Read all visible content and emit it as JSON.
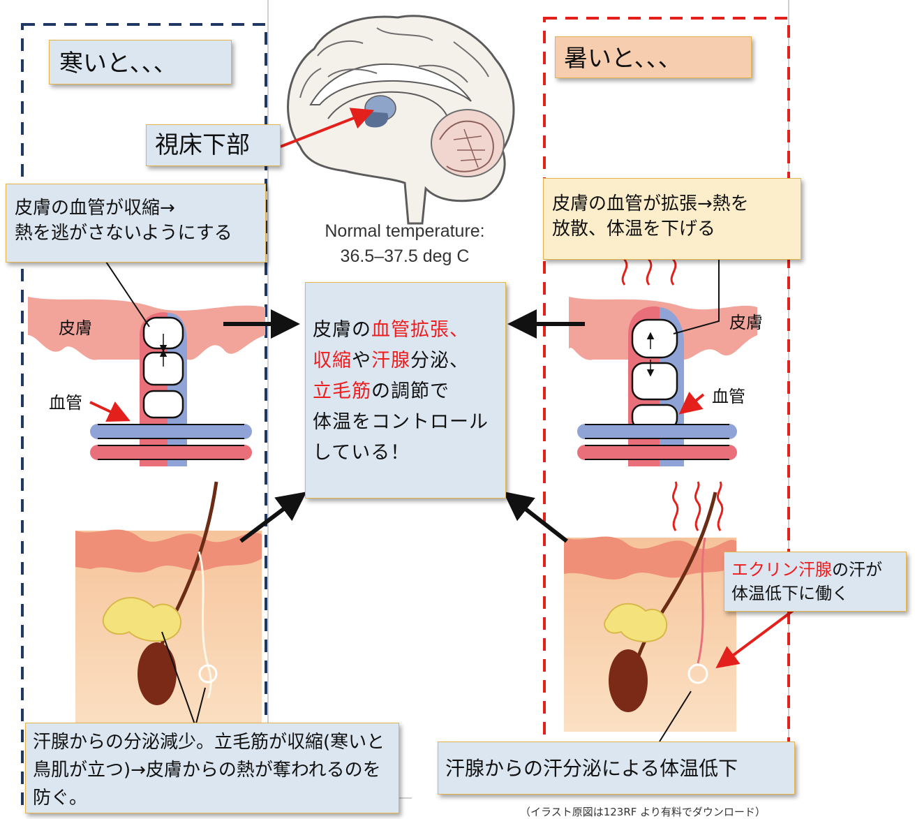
{
  "cold": {
    "title": "寒いと、、、",
    "vessel_note_line1": "皮膚の血管が収縮→",
    "vessel_note_line2": "熱を逃がさないようにする",
    "skin_label": "皮膚",
    "vessel_label": "血管",
    "gland_note": "汗腺からの分泌減少。立毛筋が収縮(寒いと鳥肌が立つ)→皮膚からの熱が奪われるのを防ぐ。"
  },
  "hot": {
    "title": "暑いと、、、",
    "vessel_note_line1": "皮膚の血管が拡張→熱を",
    "vessel_note_line2": "放散、体温を下げる",
    "skin_label": "皮膚",
    "vessel_label": "血管",
    "eccrine_red": "エクリン汗腺",
    "eccrine_rest1": "の汗が",
    "eccrine_line2": "体温低下に働く",
    "gland_note": "汗腺からの汗分泌による体温低下"
  },
  "brain": {
    "hypothalamus_label": "視床下部",
    "temp_line1": "Normal temperature:",
    "temp_line2": "36.5–37.5 deg C"
  },
  "center": {
    "l1_a": "皮膚の",
    "l1_b": "血管拡張、",
    "l2_a": "収縮",
    "l2_b": "や",
    "l2_c": "汗腺",
    "l2_d": "分泌、",
    "l3_a": "立毛筋",
    "l3_b": "の調節で",
    "l4": "体温をコントロール",
    "l5": "している！"
  },
  "credit": "（イラスト原図は123RF より有料でダウンロード）",
  "colors": {
    "cold_border": "#1f3864",
    "hot_border": "#e3201b",
    "accent_red": "#ee1c1c",
    "box_blue": "#dbe6f1",
    "box_peach": "#f7cdb0",
    "box_cream": "#fdeecb",
    "skin_pink": "#f2a49a",
    "vein_blue": "#8fa3d6",
    "artery_red": "#e9707a"
  }
}
